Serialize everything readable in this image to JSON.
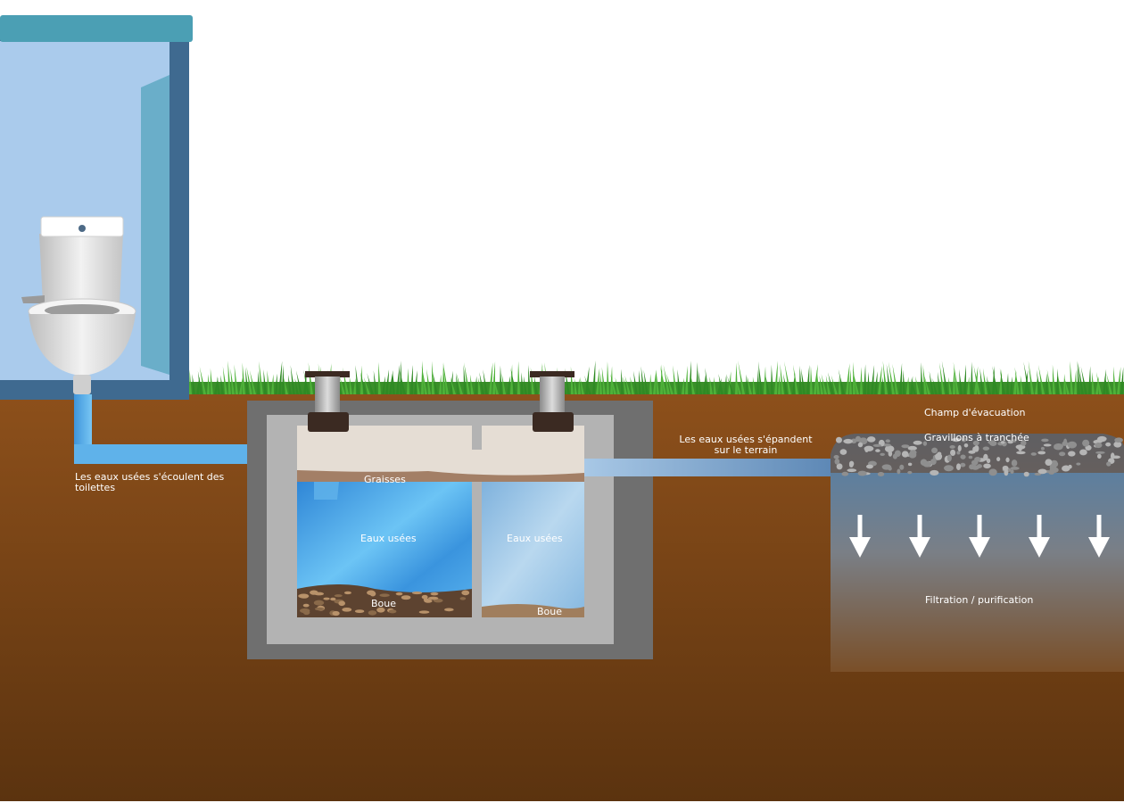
{
  "labels": {
    "toilet_flow": "Les eaux usées s'écoulent des toilettes",
    "grease": "Graisses",
    "wastewater_left": "Eaux usées",
    "wastewater_right": "Eaux usées",
    "sludge_left": "Boue",
    "sludge_right": "Boue",
    "spread": "Les eaux usées s'épandent sur le terrain",
    "drain_field": "Champ d'évacuation",
    "gravel": "Gravillons à tranchée",
    "filtration": "Filtration / purification"
  },
  "colors": {
    "soil_top": "#8c4f1a",
    "soil_bottom": "#5e3510",
    "grass": "#3c9a2c",
    "tank_outer": "#6f6f6f",
    "tank_inner": "#b3b3b3",
    "water": "#4aa3e3",
    "pipe": "#5fb2ea",
    "building": "#aacbec"
  }
}
